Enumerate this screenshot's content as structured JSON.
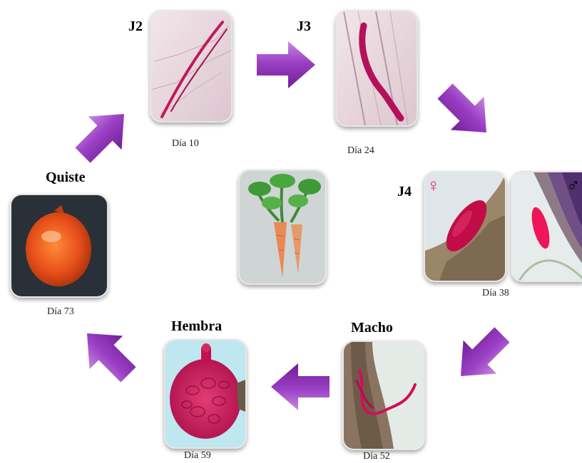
{
  "stages": {
    "j2": {
      "label": "J2",
      "day": "Día 10"
    },
    "j3": {
      "label": "J3",
      "day": "Día 24"
    },
    "j4": {
      "label": "J4",
      "day": "Día 38",
      "female_symbol": "♀",
      "male_symbol": "♂"
    },
    "macho": {
      "label": "Macho",
      "day": "Día 52"
    },
    "hembra": {
      "label": "Hembra",
      "day": "Día 59"
    },
    "quiste": {
      "label": "Quiste",
      "day": "Día 73"
    }
  },
  "colors": {
    "arrow": "#9b3fc4",
    "nematode": "#c2185b",
    "female_symbol": "#e0286e",
    "male_symbol": "#000000"
  },
  "icons": [
    "arrow-right-icon",
    "arrow-down-right-icon",
    "arrow-down-left-icon",
    "arrow-left-icon",
    "arrow-up-left-icon",
    "arrow-up-right-icon"
  ]
}
